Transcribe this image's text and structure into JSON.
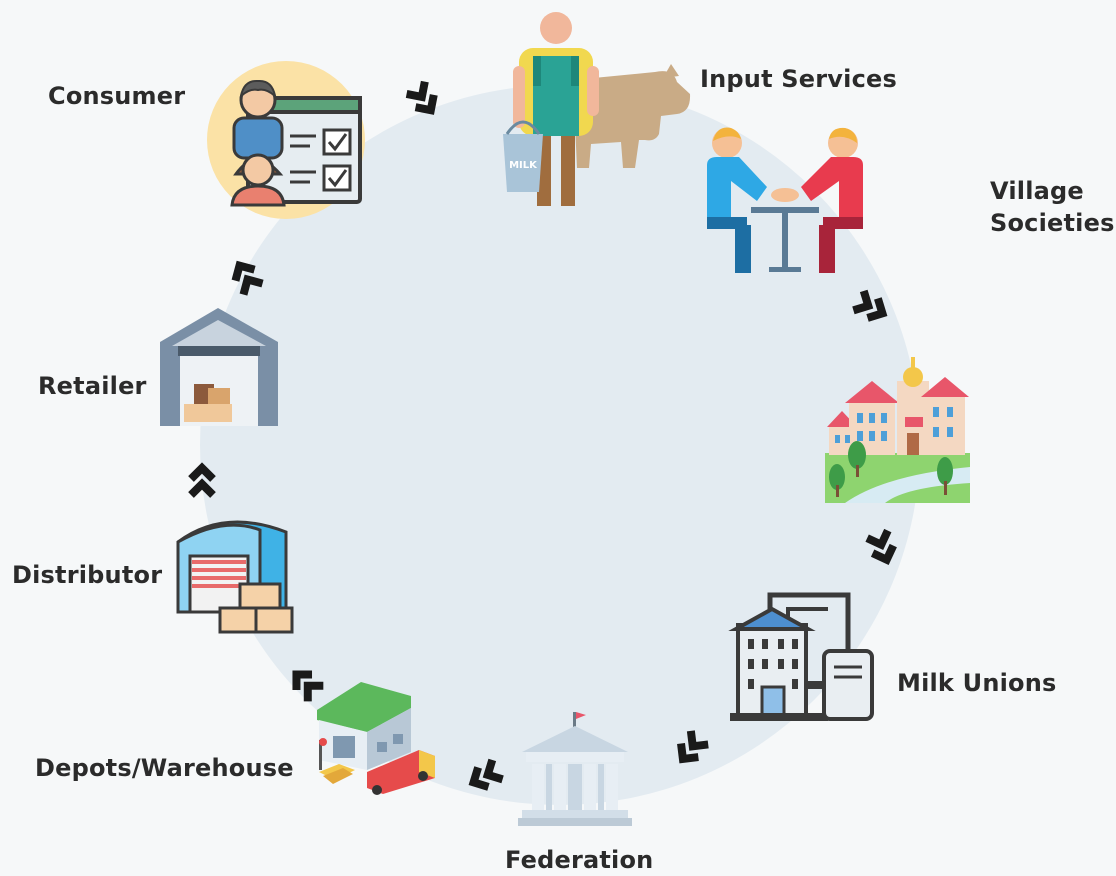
{
  "diagram": {
    "stages": [
      {
        "key": "input-services",
        "label": "Input Services"
      },
      {
        "key": "village-societies",
        "label_line1": "Village",
        "label_line2": "Societies"
      },
      {
        "key": "milk-unions",
        "label": "Milk Unions"
      },
      {
        "key": "federation",
        "label": "Federation"
      },
      {
        "key": "depots-warehouse",
        "label": "Depots/Warehouse"
      },
      {
        "key": "distributor",
        "label": "Distributor"
      },
      {
        "key": "retailer",
        "label": "Retailer"
      },
      {
        "key": "consumer",
        "label": "Consumer"
      }
    ],
    "icons": {
      "input_services": "farmer-with-cow-icon",
      "village_societies": "handshake-meeting-icon",
      "village": "village-buildings-icon",
      "milk_unions": "dairy-plant-icon",
      "federation": "federation-building-icon",
      "depots_warehouse": "warehouse-truck-icon",
      "distributor": "distribution-warehouse-icon",
      "retailer": "retail-store-icon",
      "consumer": "consumer-checklist-icon",
      "arrow": "double-chevron-arrow-icon"
    },
    "milk_can_text": "MILK",
    "colors": {
      "background": "#f6f8f9",
      "ring": "#e3ebf1",
      "arrow": "#1a1a1a",
      "label": "#2b2b2b",
      "consumer_disc": "#fbe2a6"
    }
  }
}
